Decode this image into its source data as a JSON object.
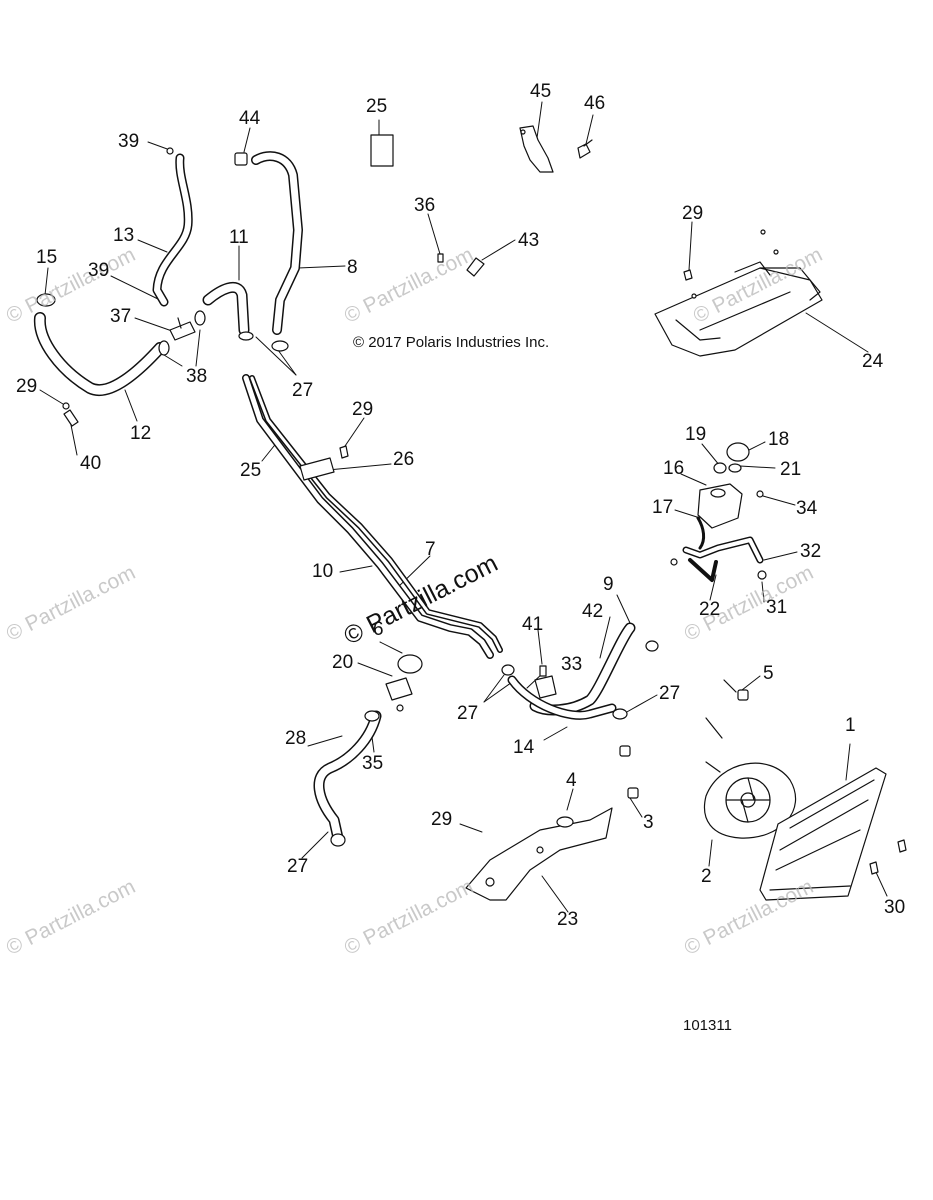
{
  "copyright": "© 2017 Polaris Industries Inc.",
  "figure_number": "101311",
  "watermark_text": "© Partzilla.com",
  "callouts": [
    "1",
    "2",
    "3",
    "4",
    "5",
    "6",
    "7",
    "8",
    "9",
    "10",
    "11",
    "12",
    "13",
    "14",
    "15",
    "16",
    "17",
    "18",
    "19",
    "20",
    "21",
    "22",
    "23",
    "24",
    "25",
    "26",
    "27",
    "28",
    "29",
    "30",
    "31",
    "32",
    "33",
    "34",
    "35",
    "36",
    "37",
    "38",
    "39",
    "40",
    "41",
    "42",
    "43",
    "44",
    "45",
    "46"
  ],
  "labels": {
    "c39a": "39",
    "c44": "44",
    "c25a": "25",
    "c45": "45",
    "c46": "46",
    "c13": "13",
    "c11": "11",
    "c8": "8",
    "c36": "36",
    "c43": "43",
    "c15": "15",
    "c39b": "39",
    "c37": "37",
    "c38": "38",
    "c29a": "29",
    "c12": "12",
    "c40": "40",
    "c27a": "27",
    "c29b": "29",
    "c24": "24",
    "c25b": "25",
    "c26": "26",
    "c29c": "29",
    "c19": "19",
    "c18": "18",
    "c16": "16",
    "c21": "21",
    "c17": "17",
    "c34": "34",
    "c7": "7",
    "c10": "10",
    "c32": "32",
    "c22": "22",
    "c31": "31",
    "c9": "9",
    "c42": "42",
    "c41": "41",
    "c6": "6",
    "c33": "33",
    "c20": "20",
    "c27b": "27",
    "c27c": "27",
    "c14": "14",
    "c5": "5",
    "c28": "28",
    "c35": "35",
    "c1": "1",
    "c4": "4",
    "c3": "3",
    "c29d": "29",
    "c2": "2",
    "c27d": "27",
    "c23": "23",
    "c30": "30"
  }
}
